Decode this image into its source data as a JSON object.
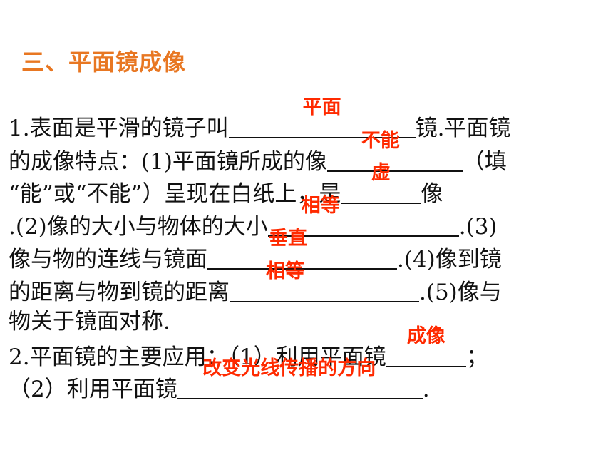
{
  "title": "三、平面镜成像",
  "q1": {
    "l1a": "1.表面是平滑的镜子叫",
    "l1b": "镜.平面镜",
    "l2a": "的成像特点：(1)平面镜所成的像",
    "l2b": "（填",
    "l3a": "“能”或“不能”）呈现在白纸上，是",
    "l3b": "像",
    "l4a": ".(2)像的大小与物体的大小",
    "l4b": ".(3)",
    "l5a": "像与物的连线与镜面",
    "l5b": ".(4)像到镜",
    "l6a": "的距离与物到镜的距离",
    "l6b": ".(5)像与",
    "l7": "物关于镜面对称."
  },
  "q2": {
    "l8a": "2.平面镜的主要应用：（1）利用平面镜",
    "l8b": "；",
    "l9a": "（2）利用平面镜",
    "l9b": "."
  },
  "answers": {
    "a1": "平面",
    "a2": "不能",
    "a3": "虚",
    "a4": "相等",
    "a5": "垂直",
    "a6": "相等",
    "a7": "成像",
    "a8": "改变光线传播的方向"
  },
  "colors": {
    "title": "#e87722",
    "answer": "#ff2a00",
    "text": "#111111"
  }
}
